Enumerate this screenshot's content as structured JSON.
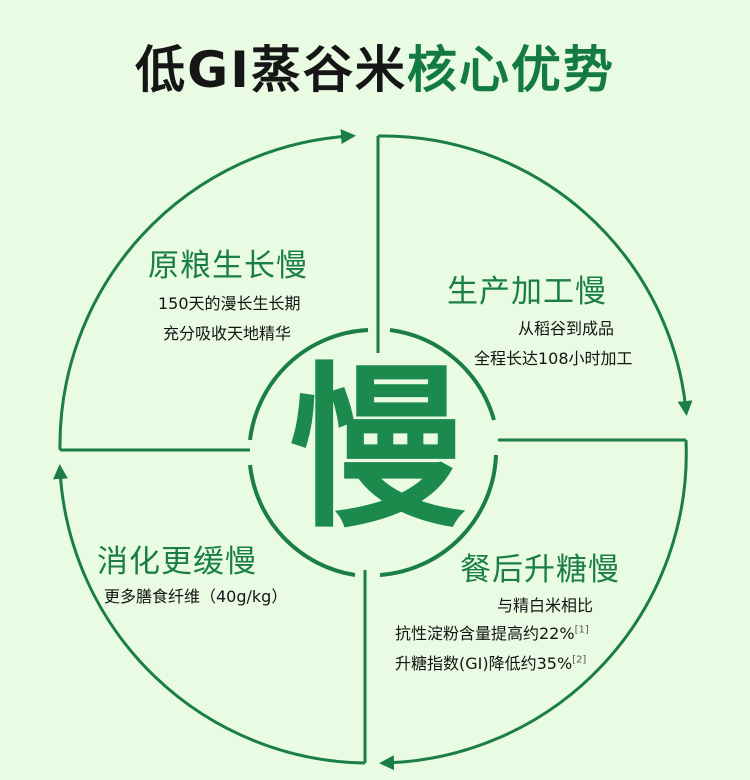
{
  "title": {
    "part1": "低GI蒸谷米",
    "part2": "核心优势"
  },
  "colors": {
    "background": "#eafbe3",
    "accent": "#137a44",
    "text": "#161616"
  },
  "center": {
    "char": "慢"
  },
  "quadrants": [
    {
      "heading": "原粮生长慢",
      "lines": [
        "150天的漫长生长期",
        "充分吸收天地精华"
      ]
    },
    {
      "heading": "生产加工慢",
      "lines": [
        "从稻谷到成品",
        "全程长达108小时加工"
      ]
    },
    {
      "heading": "餐后升糖慢",
      "lines": [
        "与精白米相比",
        "抗性淀粉含量提高约22%",
        "升糖指数(GI)降低约35%"
      ],
      "refs": [
        "[1]",
        "[2]"
      ]
    },
    {
      "heading": "消化更缓慢",
      "lines": [
        "更多膳食纤维（40g/kg）"
      ]
    }
  ]
}
